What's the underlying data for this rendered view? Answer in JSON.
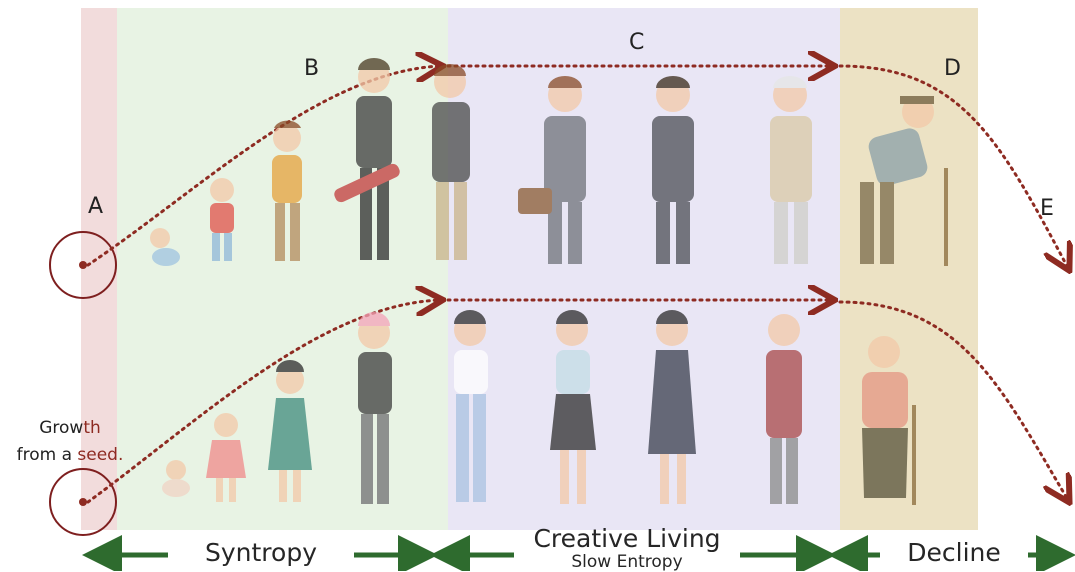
{
  "stage_labels": {
    "a": "A",
    "b": "B",
    "c": "C",
    "d": "D",
    "e": "E"
  },
  "growth_caption": {
    "line1_plain": "Grow",
    "line1_color": "th",
    "line2_plain": "from a ",
    "line2_color": "seed."
  },
  "phases": {
    "syntropy": "Syntropy",
    "creative_living": "Creative Living",
    "slow_entropy": "Slow Entropy",
    "decline": "Decline"
  },
  "colors": {
    "band_a": "#f2dcdc",
    "band_b": "#e8f3e4",
    "band_c": "#e9e6f5",
    "band_d": "#ece2c4",
    "path_dots": "#8e2b22",
    "arrow_green": "#2e6b2e"
  },
  "figures": {
    "male_row": [
      "baby-figure",
      "toddler-boy-figure",
      "boy-figure",
      "teen-boy-figure",
      "young-man-figure",
      "businessman-figure",
      "man-on-phone-figure",
      "older-man-figure",
      "elderly-man-with-cane-figure"
    ],
    "female_row": [
      "baby-girl-figure",
      "toddler-girl-figure",
      "girl-figure",
      "teen-girl-figure",
      "young-woman-figure",
      "woman-figure",
      "woman-in-dress-figure",
      "older-woman-figure",
      "elderly-woman-with-cane-figure"
    ]
  }
}
